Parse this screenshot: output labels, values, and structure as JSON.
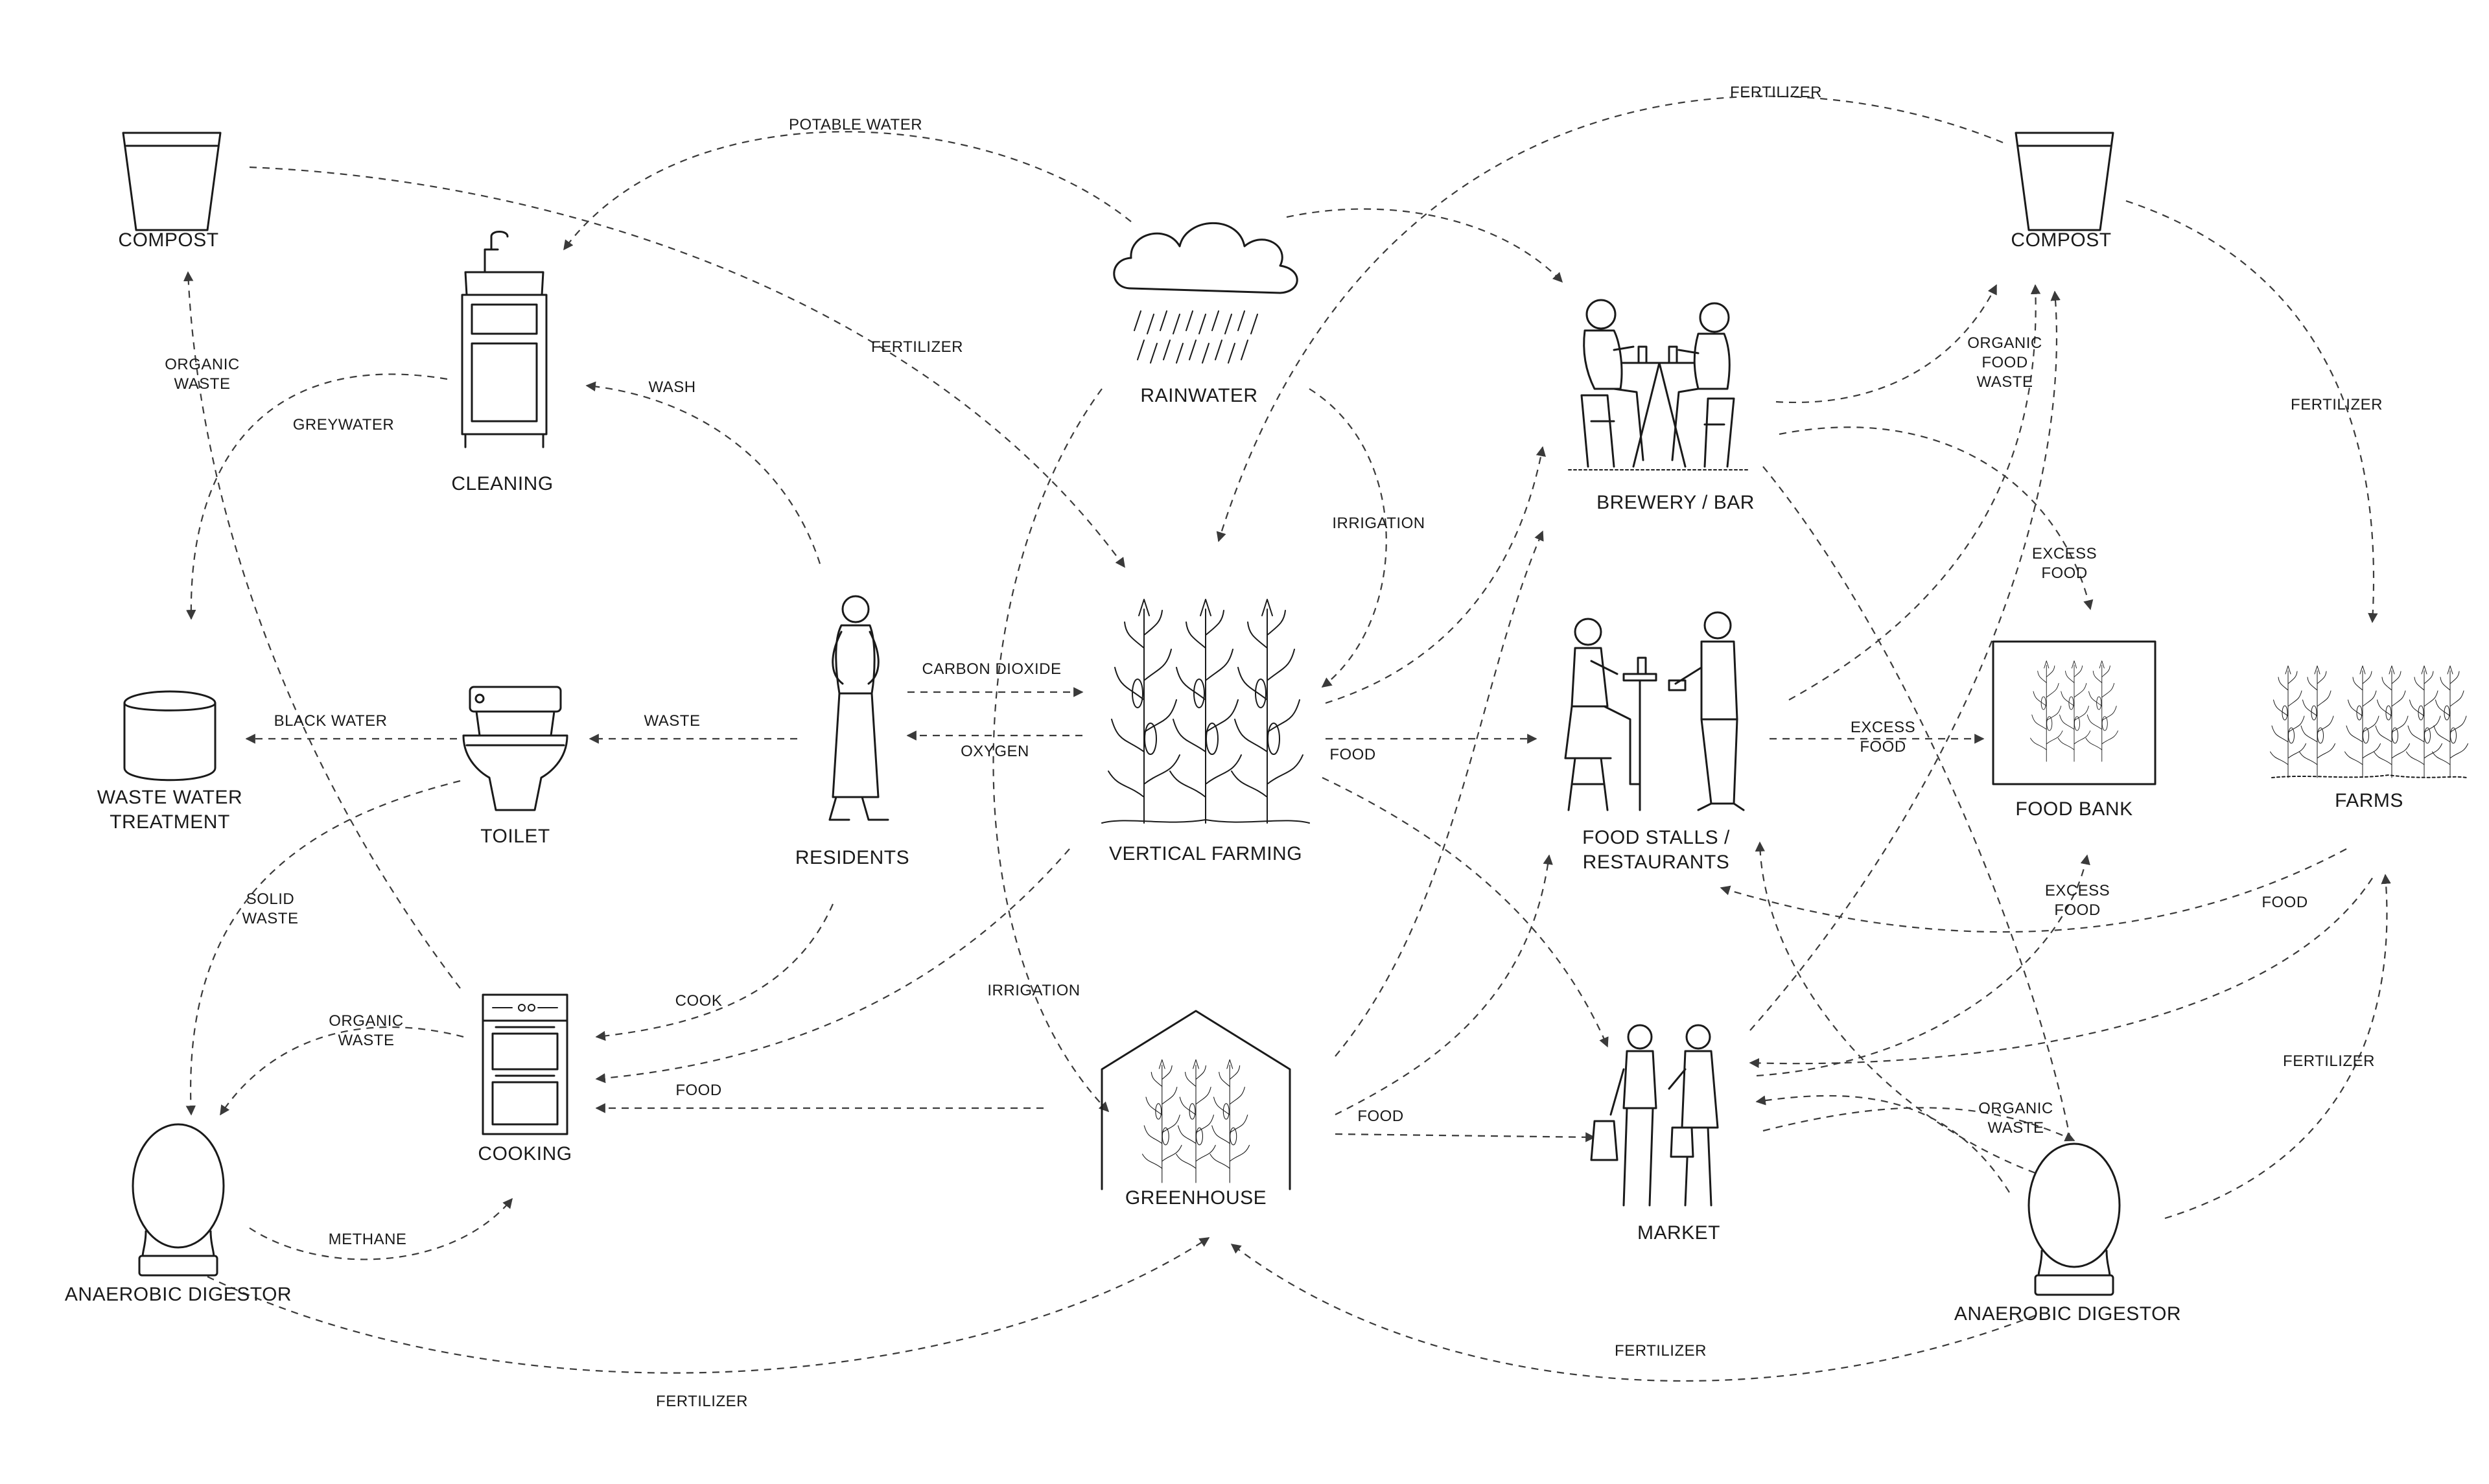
{
  "nodes": {
    "compost_left": "COMPOST",
    "compost_right": "COMPOST",
    "cleaning": "CLEANING",
    "rainwater": "RAINWATER",
    "brewery": "BREWERY / BAR",
    "waste_water_line1": "WASTE WATER",
    "waste_water_line2": "TREATMENT",
    "toilet": "TOILET",
    "residents": "RESIDENTS",
    "vertical_farming": "VERTICAL FARMING",
    "food_stalls_line1": "FOOD STALLS /",
    "food_stalls_line2": "RESTAURANTS",
    "food_bank": "FOOD BANK",
    "farms": "FARMS",
    "cooking": "COOKING",
    "greenhouse": "GREENHOUSE",
    "market": "MARKET",
    "digestor_left": "ANAEROBIC DIGESTOR",
    "digestor_right": "ANAEROBIC DIGESTOR"
  },
  "flows": {
    "potable_water": "POTABLE WATER",
    "fertilizer_top": "FERTILIZER",
    "organic_waste_left_1": "ORGANIC",
    "organic_waste_left_2": "WASTE",
    "greywater": "GREYWATER",
    "wash": "WASH",
    "fertilizer_mid_left": "FERTILIZER",
    "irrigation_upper": "IRRIGATION",
    "organic_food_waste_1": "ORGANIC",
    "organic_food_waste_2": "FOOD",
    "organic_food_waste_3": "WASTE",
    "fertilizer_right": "FERTILIZER",
    "excess_food_upper_1": "EXCESS",
    "excess_food_upper_2": "FOOD",
    "black_water": "BLACK WATER",
    "waste": "WASTE",
    "carbon_dioxide": "CARBON DIOXIDE",
    "oxygen": "OXYGEN",
    "food_vf": "FOOD",
    "excess_food_mid_1": "EXCESS",
    "excess_food_mid_2": "FOOD",
    "solid_waste_1": "SOLID",
    "solid_waste_2": "WASTE",
    "excess_food_lower_1": "EXCESS",
    "excess_food_lower_2": "FOOD",
    "food_farms": "FOOD",
    "irrigation_lower": "IRRIGATION",
    "cook": "COOK",
    "organic_waste_cook_1": "ORGANIC",
    "organic_waste_cook_2": "WASTE",
    "food_cooking": "FOOD",
    "fertilizer_farms": "FERTILIZER",
    "food_greenhouse": "FOOD",
    "organic_waste_market_1": "ORGANIC",
    "organic_waste_market_2": "WASTE",
    "methane": "METHANE",
    "fertilizer_bottom_right": "FERTILIZER",
    "fertilizer_bottom_left": "FERTILIZER"
  },
  "colors": {
    "ink": "#1a1a1a",
    "flow_line": "#3a3a3a",
    "background": "#ffffff"
  }
}
